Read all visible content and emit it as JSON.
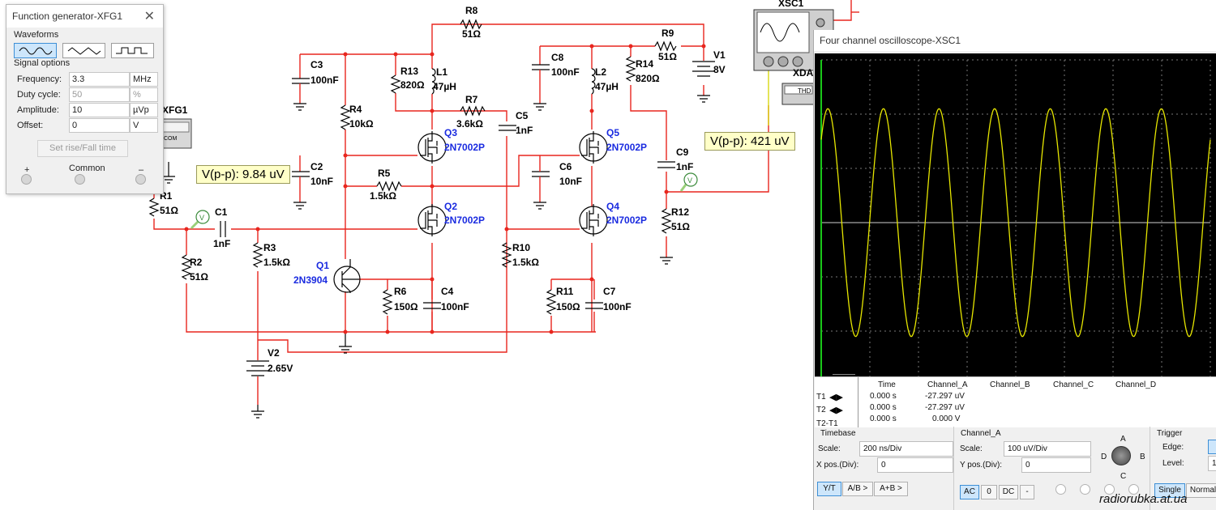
{
  "function_generator": {
    "title": "Function generator-XFG1",
    "waveforms_label": "Waveforms",
    "signal_options_label": "Signal options",
    "frequency": {
      "label": "Frequency:",
      "value": "3.3",
      "unit": "MHz"
    },
    "duty_cycle": {
      "label": "Duty cycle:",
      "value": "50",
      "unit": "%"
    },
    "amplitude": {
      "label": "Amplitude:",
      "value": "10",
      "unit": "µVp"
    },
    "offset": {
      "label": "Offset:",
      "value": "0",
      "unit": "V"
    },
    "rise_fall_button": "Set rise/Fall time",
    "term_plus": "+",
    "term_common": "Common",
    "term_minus": "–"
  },
  "schematic": {
    "components": {
      "R1": [
        "R1",
        "51Ω"
      ],
      "R2": [
        "R2",
        "51Ω"
      ],
      "R3": [
        "R3",
        "1.5kΩ"
      ],
      "R4": [
        "R4",
        "10kΩ"
      ],
      "R5": [
        "R5",
        "1.5kΩ"
      ],
      "R6": [
        "R6",
        "150Ω"
      ],
      "R7": [
        "R7",
        "3.6kΩ"
      ],
      "R8": [
        "R8",
        "51Ω"
      ],
      "R9": [
        "R9",
        "51Ω"
      ],
      "R10": [
        "R10",
        "1.5kΩ"
      ],
      "R11": [
        "R11",
        "150Ω"
      ],
      "R12": [
        "R12",
        "51Ω"
      ],
      "R13": [
        "R13",
        "820Ω"
      ],
      "R14": [
        "R14",
        "820Ω"
      ],
      "C1": [
        "C1",
        "1nF"
      ],
      "C2": [
        "C2",
        "10nF"
      ],
      "C3": [
        "C3",
        "100nF"
      ],
      "C4": [
        "C4",
        "100nF"
      ],
      "C5": [
        "C5",
        "1nF"
      ],
      "C6": [
        "C6",
        "10nF"
      ],
      "C7": [
        "C7",
        "100nF"
      ],
      "C8": [
        "C8",
        "100nF"
      ],
      "C9": [
        "C9",
        "1nF"
      ],
      "L1": [
        "L1",
        "47µH"
      ],
      "L2": [
        "L2",
        "47µH"
      ],
      "V1": [
        "V1",
        "8V"
      ],
      "V2": [
        "V2",
        "2.65V"
      ],
      "Q1": [
        "Q1",
        "2N3904"
      ],
      "Q2": [
        "Q2",
        "2N7002P"
      ],
      "Q3": [
        "Q3",
        "2N7002P"
      ],
      "Q4": [
        "Q4",
        "2N7002P"
      ],
      "Q5": [
        "Q5",
        "2N7002P"
      ]
    },
    "xfg_ref": "XFG1",
    "xsc_ref": "XSC1",
    "xda_ref": "XDA",
    "thd_label": "THD",
    "probe_input": "V(p-p): 9.84 uV",
    "probe_output": "V(p-p): 421 uV"
  },
  "oscilloscope": {
    "title": "Four channel oscilloscope-XSC1",
    "cursor_rows": [
      "T1",
      "T2",
      "T2-T1"
    ],
    "columns": [
      "Time",
      "Channel_A",
      "Channel_B",
      "Channel_C",
      "Channel_D"
    ],
    "readings": [
      {
        "time": "0.000 s",
        "channel_a": "-27.297 uV"
      },
      {
        "time": "0.000 s",
        "channel_a": "-27.297 uV"
      },
      {
        "time": "0.000 s",
        "channel_a": "0.000 V"
      }
    ],
    "timebase": {
      "label": "Timebase",
      "scale_label": "Scale:",
      "scale": "200 ns/Div",
      "xpos_label": "X pos.(Div):",
      "xpos": "0"
    },
    "channel": {
      "label": "Channel_A",
      "scale_label": "Scale:",
      "scale": "100 uV/Div",
      "ypos_label": "Y pos.(Div):",
      "ypos": "0"
    },
    "trigger": {
      "label": "Trigger",
      "edge_label": "Edge:",
      "level_label": "Level:",
      "level_value": "1"
    },
    "mode_buttons": [
      "Y/T",
      "A/B >",
      "A+B >"
    ],
    "coupling_buttons": [
      "AC",
      "0",
      "DC",
      "-"
    ],
    "knob_labels": [
      "A",
      "B",
      "C",
      "D"
    ],
    "sweep_buttons": [
      "Single",
      "Normal"
    ],
    "trace": {
      "color": "#e6e600",
      "cycles": 7,
      "amplitude_div": 2.1
    },
    "grid": {
      "h_div": 8,
      "v_div": 6
    }
  },
  "watermark": "radiorubka.at.ua"
}
